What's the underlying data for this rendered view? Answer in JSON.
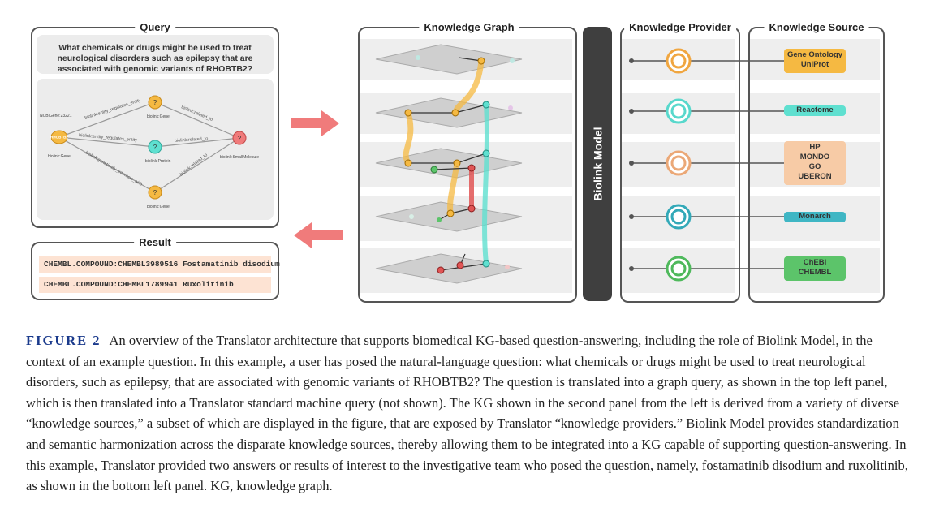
{
  "query": {
    "title": "Query",
    "question": "What chemicals or drugs might be used to treat neurological disorders such as epilepsy that are associated with genomic variants of RHOBTB2?",
    "graph": {
      "left_id": "NCBIGene:23221",
      "left_node_label": "RHOBTB2",
      "left_type": "biolink:Gene",
      "top_type": "biolink:Gene",
      "mid_type": "biolink:Protein",
      "bottom_type": "biolink:Gene",
      "right_type": "biolink:SmallMolecule",
      "unknown_mark": "?",
      "edges": {
        "e1": "biolink:entity_regulates_entity",
        "e2": "biolink:entity_regulates_entity",
        "e3": "biolink:genetically_interacts_with",
        "e4": "biolink:related_to",
        "e5": "biolink:related_to",
        "e6": "biolink:related_to"
      }
    }
  },
  "result": {
    "title": "Result",
    "rows": [
      "CHEMBL.COMPOUND:CHEMBL3989516  Fostamatinib disodium",
      "CHEMBL.COMPOUND:CHEMBL1789941  Ruxolitinib"
    ]
  },
  "knowledge_graph": {
    "title": "Knowledge Graph"
  },
  "biolink_model": {
    "label": "Biolink Model"
  },
  "knowledge_provider": {
    "title": "Knowledge Provider"
  },
  "knowledge_source": {
    "title": "Knowledge Source",
    "groups": [
      {
        "labels": [
          "Gene Ontology",
          "UniProt"
        ],
        "color": "#f5b942"
      },
      {
        "labels": [
          "Reactome"
        ],
        "color": "#5fe0d0"
      },
      {
        "labels": [
          "HP",
          "MONDO",
          "GO",
          "UBERON"
        ],
        "color": "#f7cba6"
      },
      {
        "labels": [
          "Monarch"
        ],
        "color": "#3fb6c4"
      },
      {
        "labels": [
          "ChEBI",
          "CHEMBL"
        ],
        "color": "#5cc46a"
      }
    ]
  },
  "provider_ring_colors": [
    "#f0a640",
    "#58d8cc",
    "#eba877",
    "#33a9b8",
    "#4fb95c"
  ],
  "arrow_color": "#f07b7b",
  "caption": {
    "label": "FIGURE 2",
    "text": "An overview of the Translator architecture that supports biomedical KG-based question-answering, including the role of Biolink Model, in the context of an example question. In this example, a user has posed the natural-language question: what chemicals or drugs might be used to treat neurological disorders, such as epilepsy, that are associated with genomic variants of RHOBTB2? The question is translated into a graph query, as shown in the top left panel, which is then translated into a Translator standard machine query (not shown). The KG shown in the second panel from the left is derived from a variety of diverse “knowledge sources,” a subset of which are displayed in the figure, that are exposed by Translator “knowledge providers.” Biolink Model provides standardization and semantic harmonization across the disparate knowledge sources, thereby allowing them to be integrated into a KG capable of supporting question-answering. In this example, Translator provided two answers or results of interest to the investigative team who posed the question, namely, fostamatinib disodium and ruxolitinib, as shown in the bottom left panel. KG, knowledge graph."
  }
}
